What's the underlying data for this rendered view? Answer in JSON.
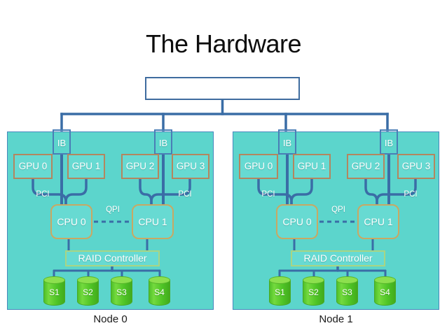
{
  "slide_title": "The Hardware",
  "top_box_label": "",
  "nodes": [
    {
      "label": "Node 0",
      "ib": [
        "IB",
        "IB"
      ],
      "gpus": [
        "GPU 0",
        "GPU 1",
        "GPU 2",
        "GPU 3"
      ],
      "pci": [
        "PCI",
        "PCI"
      ],
      "cpus": [
        "CPU 0",
        "CPU 1"
      ],
      "qpi": "QPI",
      "raid": "RAID Controller",
      "disks": [
        "S1",
        "S2",
        "S3",
        "S4"
      ]
    },
    {
      "label": "Node 1",
      "ib": [
        "IB",
        "IB"
      ],
      "gpus": [
        "GPU 0",
        "GPU 1",
        "GPU 2",
        "GPU 3"
      ],
      "pci": [
        "PCI",
        "PCI"
      ],
      "cpus": [
        "CPU 0",
        "CPU 1"
      ],
      "qpi": "QPI",
      "raid": "RAID Controller",
      "disks": [
        "S1",
        "S2",
        "S3",
        "S4"
      ]
    }
  ],
  "colors": {
    "node_fill": "#5cd5cc",
    "node_border": "#4887bc",
    "connector_blue": "#3a6da6",
    "box_border_blue": "#4a7db6",
    "gpu_border": "#b3865f",
    "cpu_border": "#c9a863",
    "raid_border": "#a8d584",
    "disk_green": "#4ec326",
    "disk_top_green": "#8de04e"
  }
}
